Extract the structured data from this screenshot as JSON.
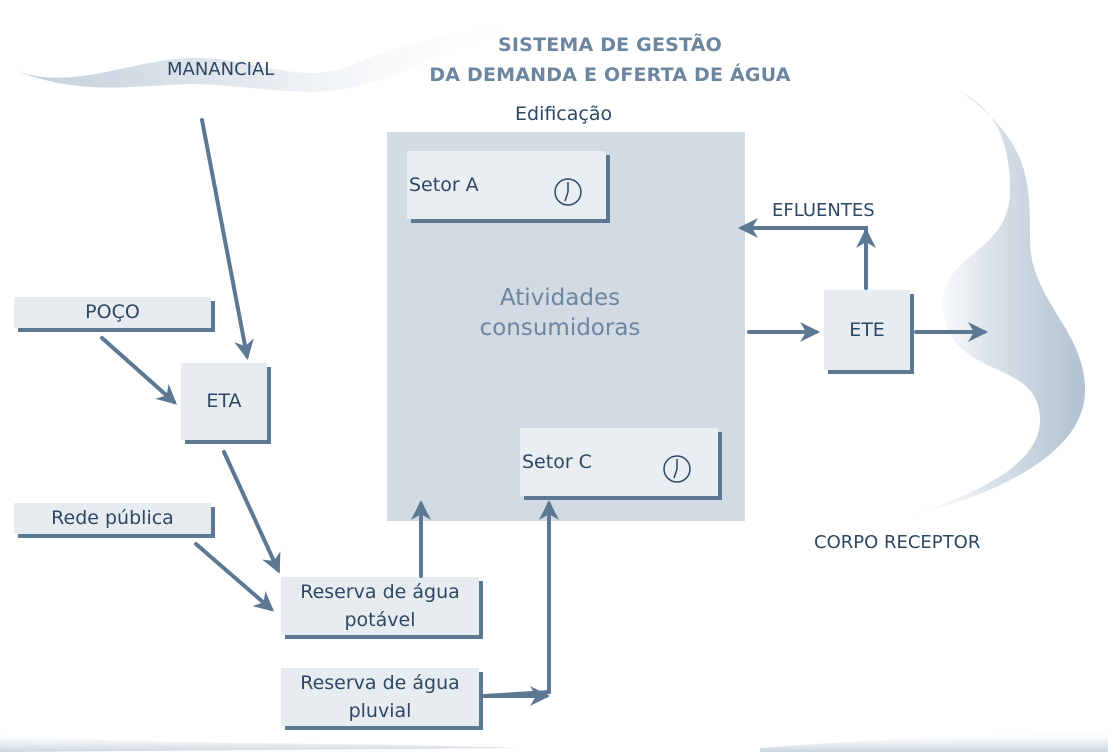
{
  "title": {
    "line1": "SISTEMA DE GESTÃO",
    "line2": "DA DEMANDA E OFERTA DE ÁGUA"
  },
  "labels": {
    "manancial": "MANANCIAL",
    "edificacao": "Edificação",
    "efluentes": "EFLUENTES",
    "corpo_receptor": "CORPO RECEPTOR"
  },
  "building": {
    "activities": "Atividades consumidoras",
    "sectors": [
      {
        "label": "Setor A",
        "icon": "clock-icon"
      },
      {
        "label": "Setor C",
        "icon": "clock-icon"
      }
    ]
  },
  "boxes": {
    "poco": "POÇO",
    "eta": "ETA",
    "rede_publica": "Rede pública",
    "reserva_potavel": "Reserva de água potável",
    "reserva_pluvial": "Reserva de água pluvial",
    "ete": "ETE"
  },
  "colors": {
    "arrow": "#5d7893",
    "building": "#d2dbe3",
    "box": "#e7ecf1",
    "text": "#2e4763",
    "title": "#6d86a0"
  }
}
